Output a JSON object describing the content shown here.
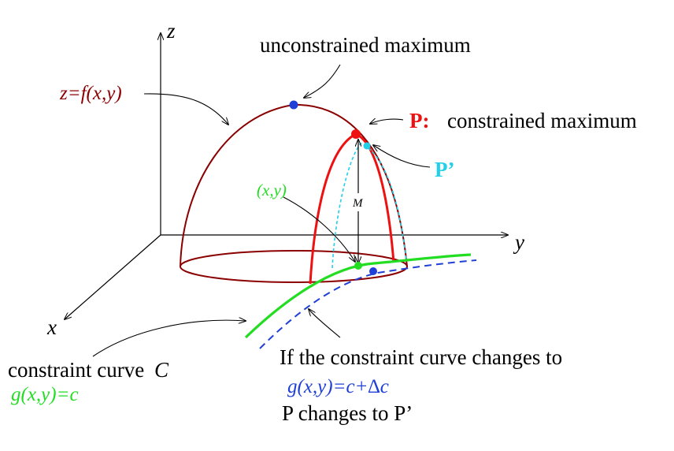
{
  "labels": {
    "axis_z": "z",
    "axis_y": "y",
    "axis_x": "x",
    "surface": "z=f(x,y)",
    "unconstrained_max": "unconstrained maximum",
    "point_p": "P:",
    "constrained_max": "constrained maximum",
    "point_p_prime": "P’",
    "point_xy": "(x,y)",
    "m_label": "M",
    "constraint_curve_text": "constraint curve",
    "constraint_curve_symbol": "C",
    "constraint_equation": "g(x,y)=c",
    "change_line1": "If the constraint curve changes to",
    "change_equation": "g(x,y)=c+∆c",
    "change_line3": "P changes to P’"
  },
  "colors": {
    "surface": "#8b0000",
    "constraint": "#22dd22",
    "shifted_constraint": "#1f3fd6",
    "section": "#ee1111",
    "p_prime": "#22d0e8",
    "axes": "#000000"
  }
}
